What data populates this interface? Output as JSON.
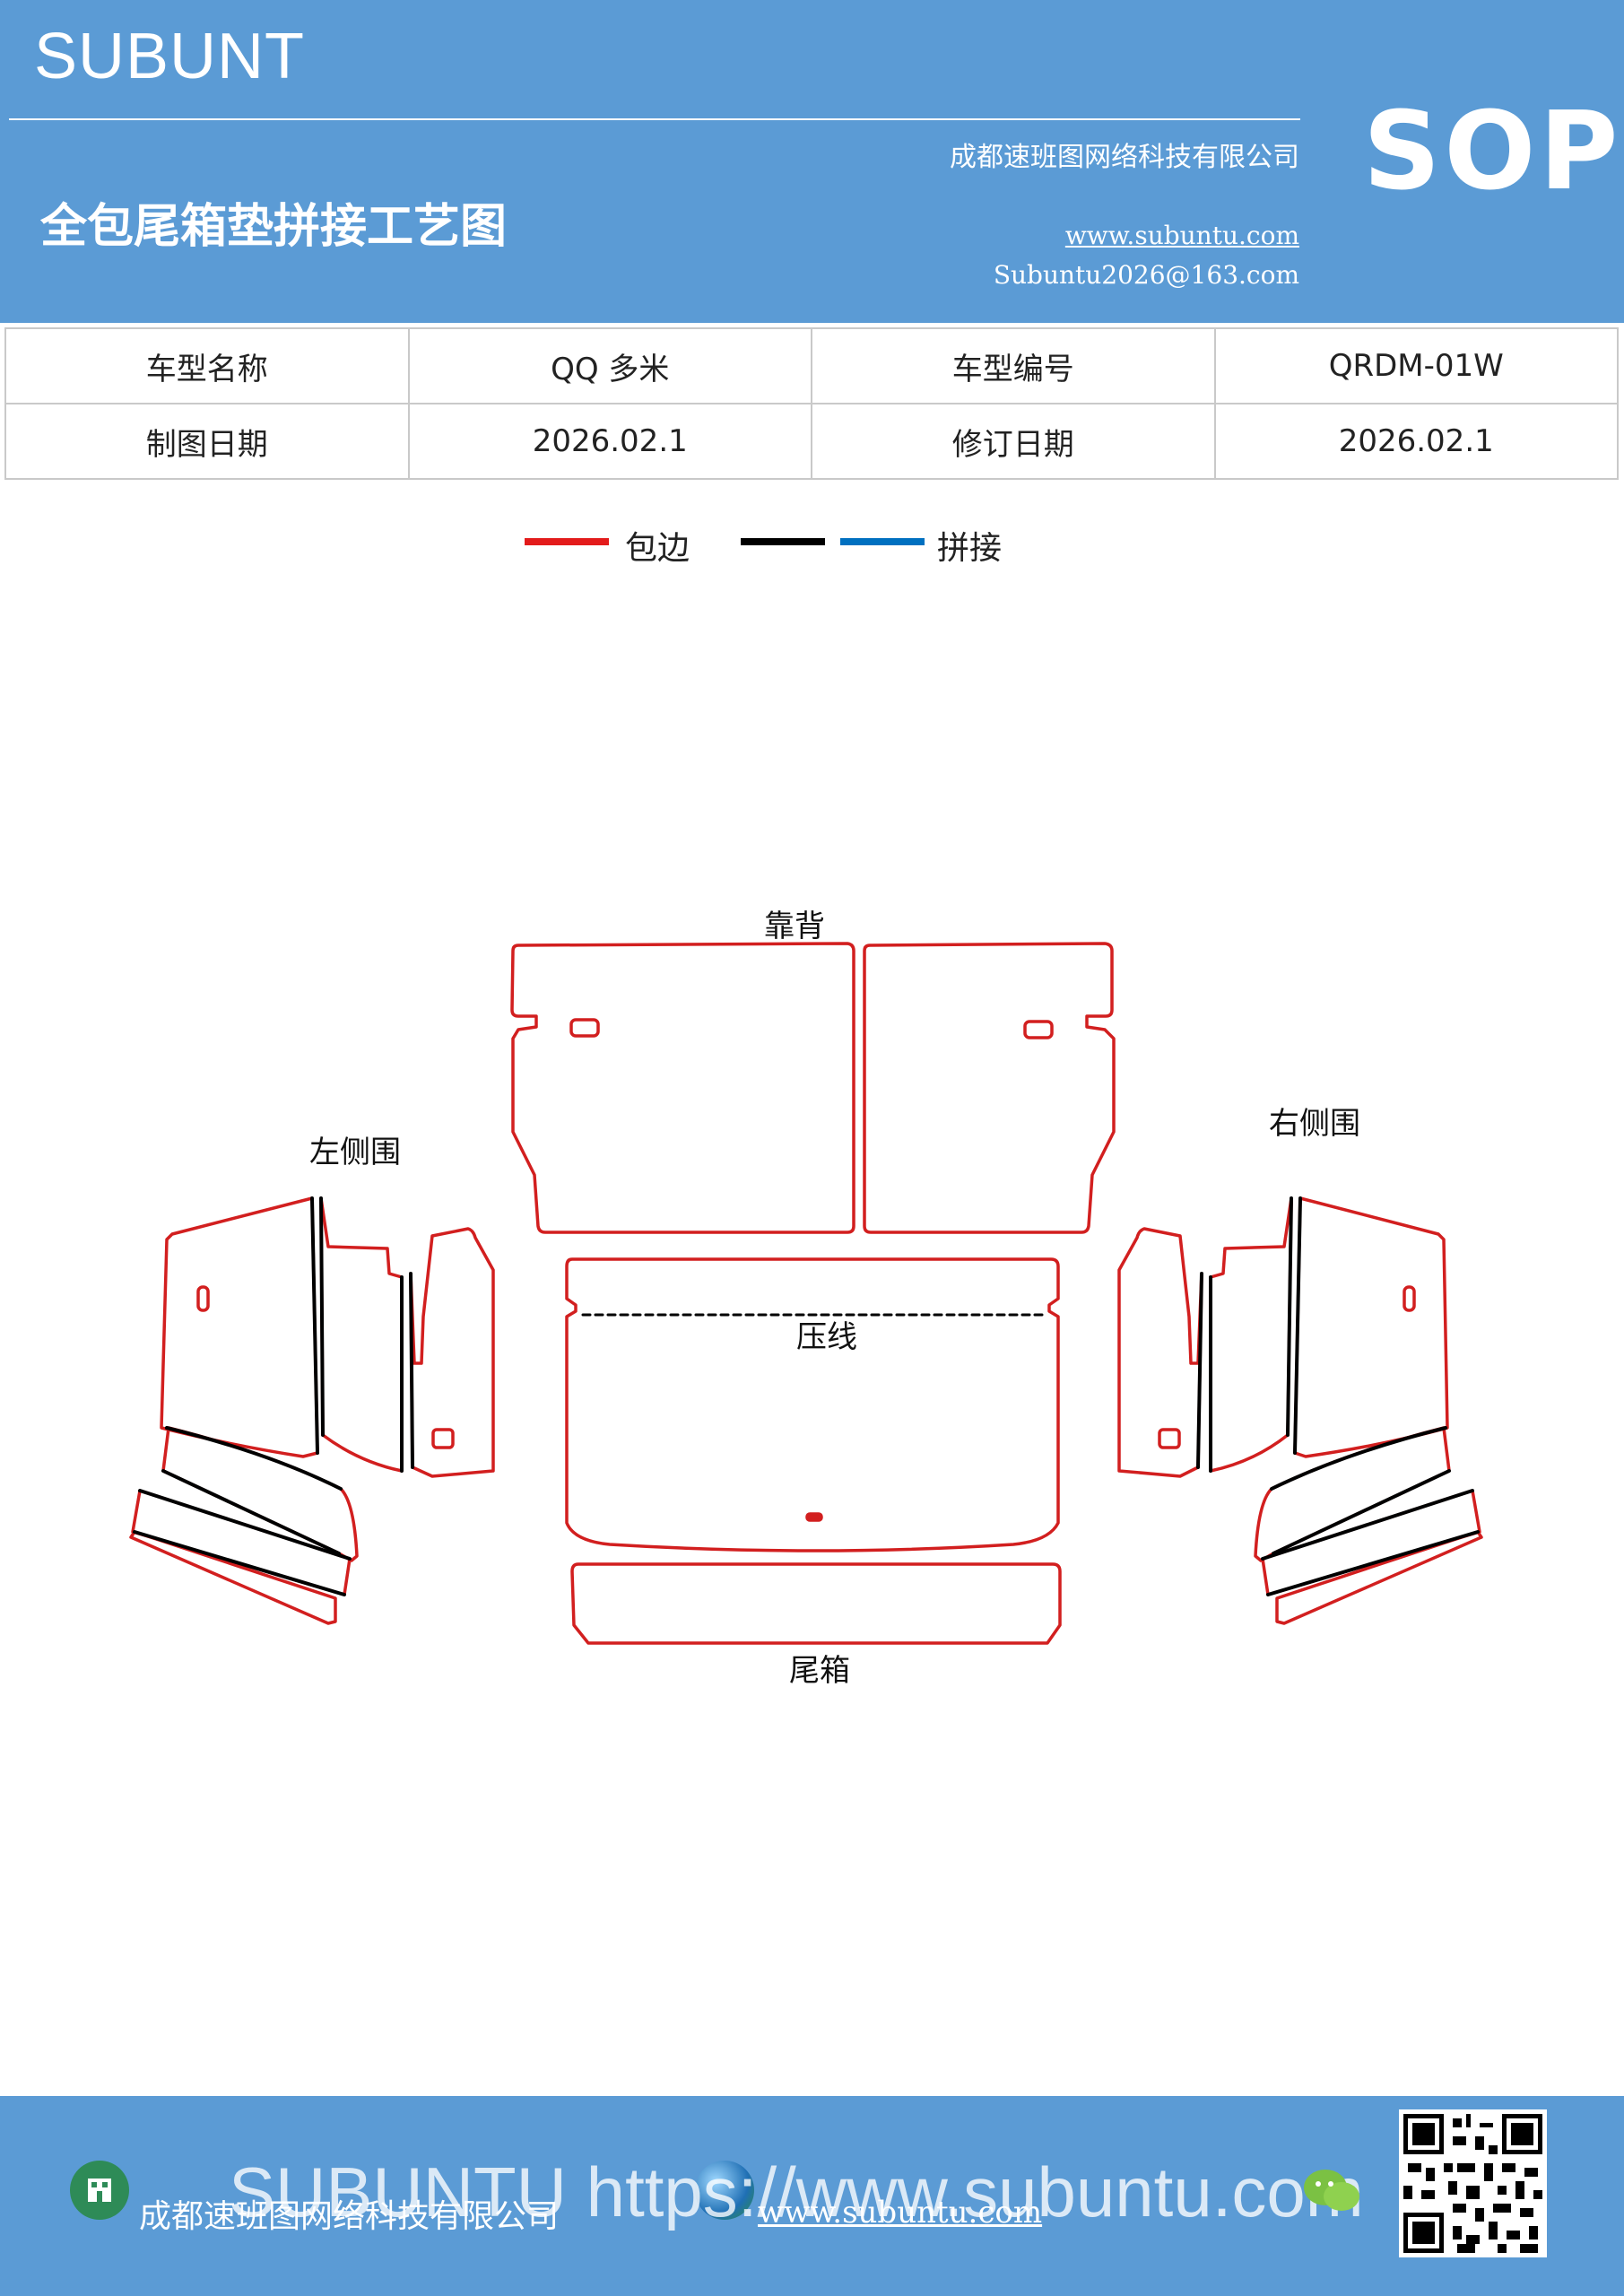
{
  "header": {
    "brand": "SUBUNT",
    "title": "全包尾箱垫拼接工艺图",
    "company": "成都速班图网络科技有限公司",
    "website": "www.subuntu.com",
    "email": "Subuntu2026@163.com",
    "badge": "SOP"
  },
  "info_table": {
    "model_name_label": "车型名称",
    "model_name": "QQ 多米",
    "model_code_label": "车型编号",
    "model_code": "QRDM-01W",
    "draw_date_label": "制图日期",
    "draw_date": "2026.02.1",
    "revise_date_label": "修订日期",
    "revise_date": "2026.02.1"
  },
  "legend": {
    "edge_label": "包边",
    "splice_label": "拼接",
    "edge_color": "#e31b1b",
    "splice_color_black": "#000000",
    "splice_color_blue": "#0070c0"
  },
  "diagram": {
    "backrest": "靠背",
    "left_side": "左侧围",
    "right_side": "右侧围",
    "crease": "压线",
    "trunk": "尾箱"
  },
  "footer": {
    "company": "成都速班图网络科技有限公司",
    "website": "www.subuntu.com",
    "watermark": "SUBUNTU https://www.subuntu.com",
    "building_icon": "building-icon",
    "globe_icon": "globe-icon",
    "wechat_icon": "wechat-icon",
    "qr_icon": "qr-code-icon"
  }
}
